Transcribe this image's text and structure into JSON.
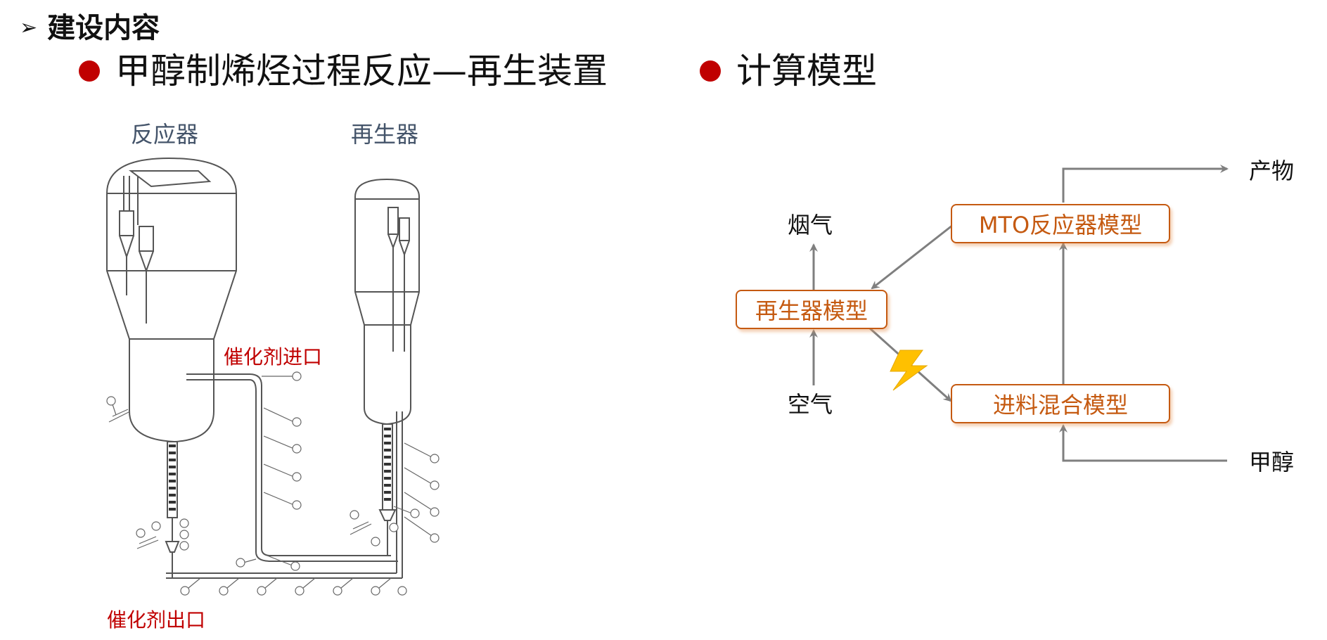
{
  "header": {
    "section_title": "建设内容",
    "bullet_left": "甲醇制烯烃过程反应—再生装置",
    "bullet_right": "计算模型"
  },
  "apparatus": {
    "reactor_label": "反应器",
    "regenerator_label": "再生器",
    "catalyst_inlet": "催化剂进口",
    "catalyst_outlet": "催化剂出口"
  },
  "model_diagram": {
    "mto_model": "MTO反应器模型",
    "regenerator_model": "再生器模型",
    "feed_mixing_model": "进料混合模型",
    "flue_gas": "烟气",
    "air": "空气",
    "product": "产物",
    "methanol": "甲醇",
    "link_icon": "lightning-icon"
  },
  "colors": {
    "bullet_red": "#c00000",
    "box_orange": "#c55a11",
    "label_red": "#c00000",
    "arrow_gray": "#7f7f7f",
    "lightning_yellow": "#ffc000"
  }
}
